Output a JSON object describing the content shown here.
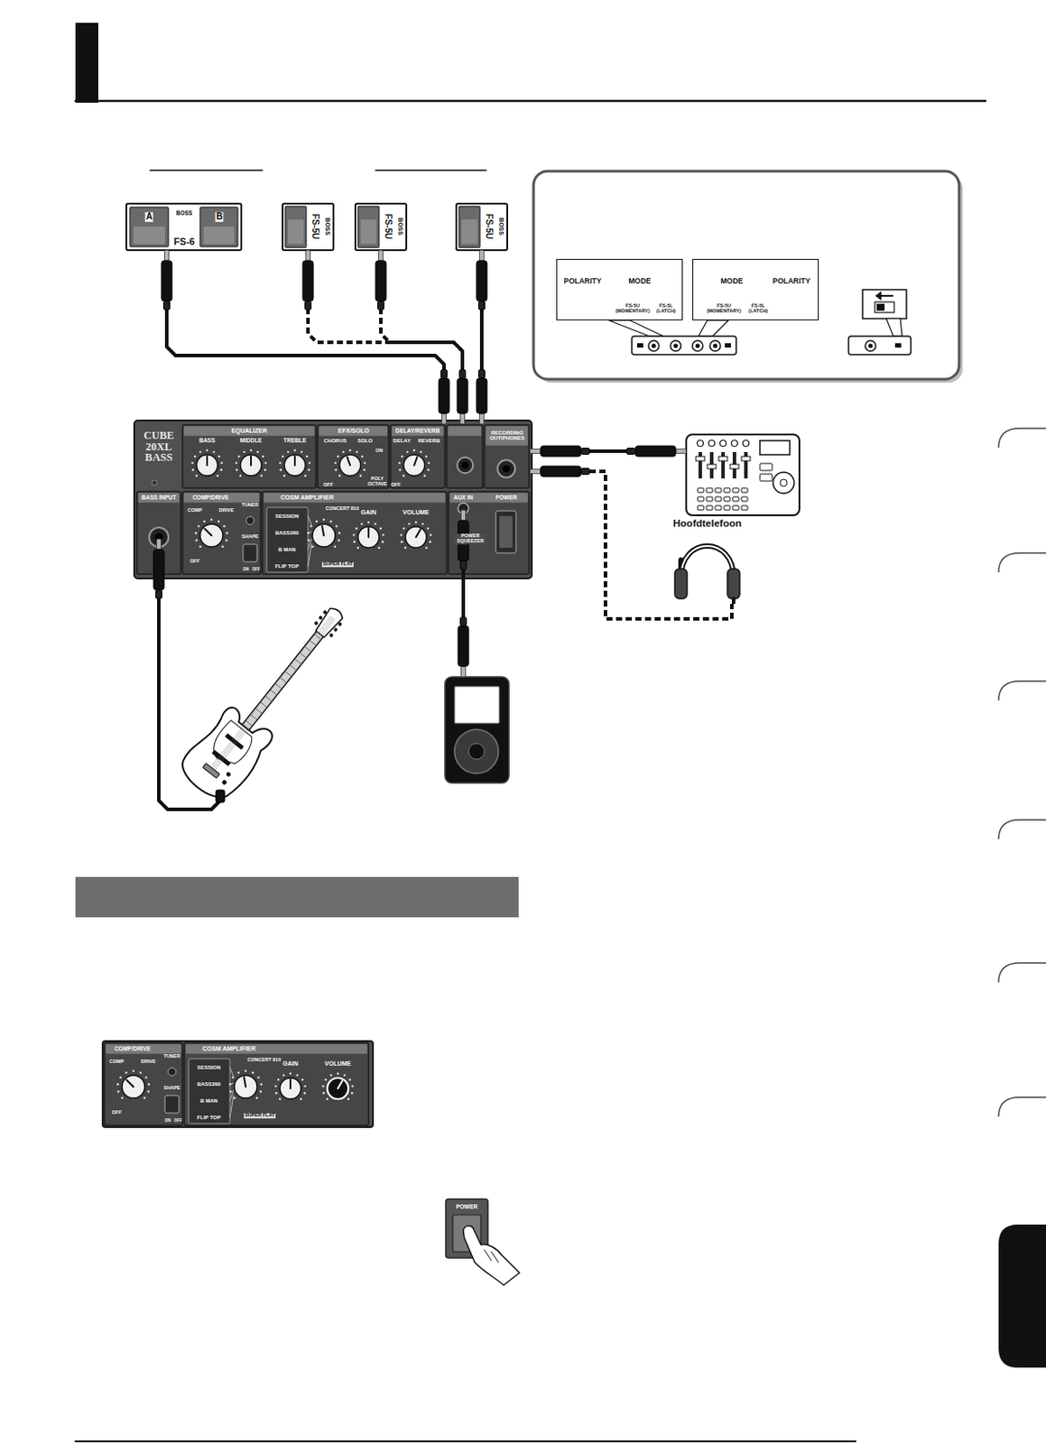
{
  "diagram": {
    "nodes": [
      {
        "text": [
          "FS-6"
        ]
      },
      {
        "text": [
          "FS-5U"
        ]
      },
      {
        "text": [
          "FS-5U"
        ]
      },
      {
        "text": [
          "FS-5U"
        ]
      },
      {
        "text": [
          "POLARITY",
          "MODE",
          "FS-5U (MOMENTARY)",
          "FS-5L (LATCH)"
        ]
      },
      {
        "text": [
          "MODE",
          "POLARITY",
          "FS-5U (MOMENTARY)",
          "FS-5L (LATCH)"
        ]
      },
      {
        "text": [
          "CUBE 20XL BASS"
        ]
      },
      {
        "text": [
          "Hoofdtelefoon"
        ]
      }
    ],
    "edges": [
      {
        "from": 0,
        "to": 6,
        "arrow": "none"
      },
      {
        "from": 1,
        "to": 6,
        "arrow": "none"
      },
      {
        "from": 2,
        "to": 6,
        "arrow": "none"
      },
      {
        "from": 3,
        "to": 6,
        "arrow": "none"
      },
      {
        "from": 6,
        "to": 7,
        "arrow": "none"
      }
    ],
    "labels": [
      "A",
      "B",
      "BOSS",
      "BOSS",
      "BOSS",
      "BOSS",
      "EQUALIZER",
      "BASS",
      "MIDDLE",
      "TREBLE",
      "EFX/SOLO",
      "CHORUS",
      "SOLO",
      "ON",
      "OFF",
      "POLY OCTAVE",
      "DELAY/REVERB",
      "DELAY",
      "REVERB",
      "OFF",
      "RECORDING OUT/PHONES",
      "BASS INPUT",
      "COMP/DRIVE",
      "COMP",
      "DRIVE",
      "OFF",
      "TUNER",
      "SHAPE",
      "ON",
      "OFF",
      "COSM AMPLIFIER",
      "SESSION",
      "BASS360",
      "B MAN",
      "FLIP TOP",
      "CONCERT 810",
      "SUPER FLAT",
      "GAIN",
      "VOLUME",
      "AUX IN",
      "POWER SQUEEZER",
      "POWER",
      "COMP/DRIVE",
      "COMP",
      "DRIVE",
      "OFF",
      "TUNER",
      "SHAPE",
      "ON",
      "OFF",
      "COSM AMPLIFIER",
      "SESSION",
      "BASS360",
      "B MAN",
      "FLIP TOP",
      "CONCERT 810",
      "SUPER FLAT",
      "GAIN",
      "VOLUME",
      "POWER"
    ]
  }
}
